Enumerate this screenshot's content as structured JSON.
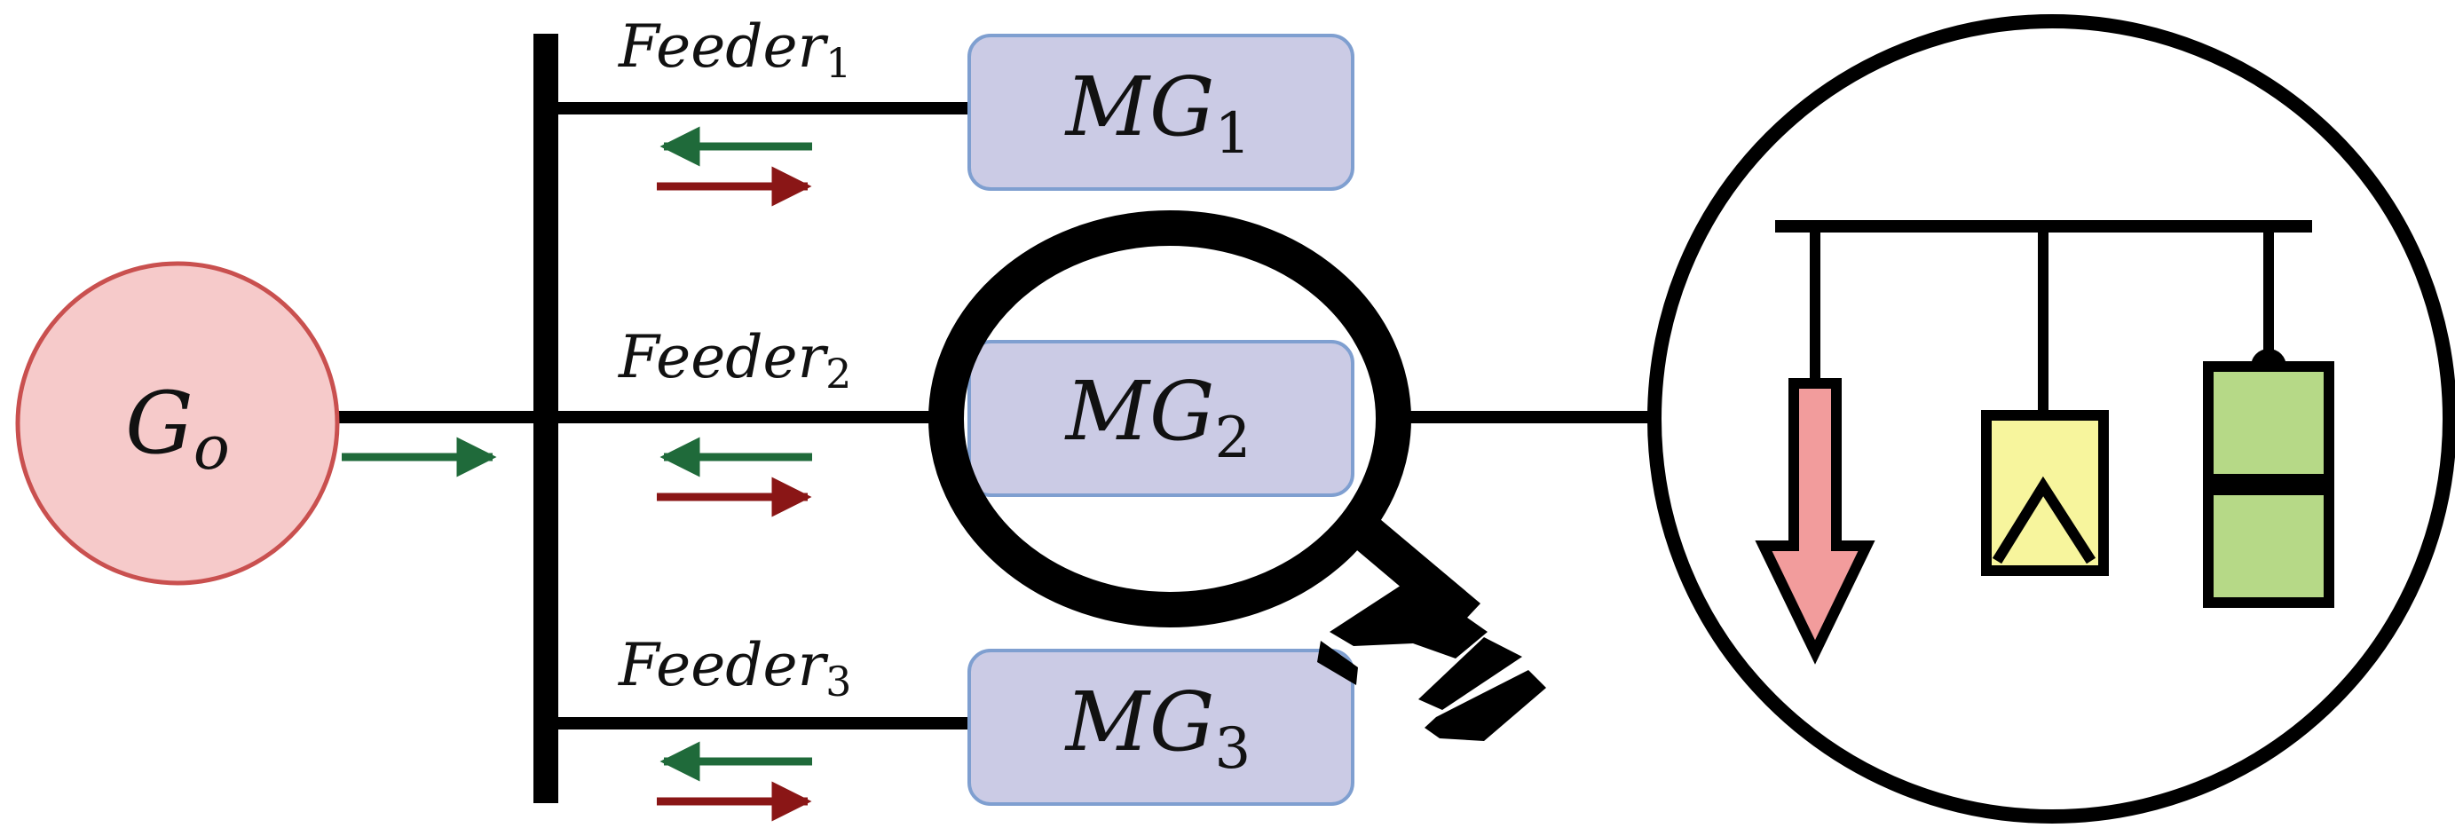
{
  "generator": {
    "symbol": "G",
    "subscript": "o",
    "fill": "#f6caca",
    "stroke": "#c9504f"
  },
  "feeders": [
    {
      "label": "Feeder",
      "index": "1",
      "microgrid": {
        "symbol": "MG",
        "subscript": "1"
      }
    },
    {
      "label": "Feeder",
      "index": "2",
      "microgrid": {
        "symbol": "MG",
        "subscript": "2"
      }
    },
    {
      "label": "Feeder",
      "index": "3",
      "microgrid": {
        "symbol": "MG",
        "subscript": "3"
      }
    }
  ],
  "microgrid_box": {
    "fill": "#cbcbe5",
    "stroke": "#7f9fd0"
  },
  "arrows": {
    "import_color": "#1f6a3a",
    "export_color": "#8a1616"
  },
  "icons": {
    "magnifier": "magnifying-glass-icon",
    "load": "load-arrow-icon",
    "solar": "solar-panel-icon",
    "battery": "battery-icon"
  },
  "component_colors": {
    "load": "#f29c9c",
    "solar": "#f7f59d",
    "battery": "#b6d987"
  }
}
